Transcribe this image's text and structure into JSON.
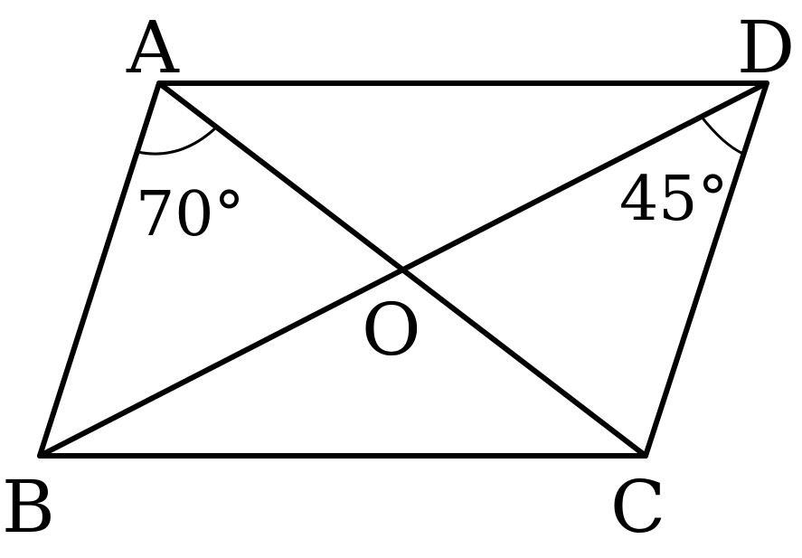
{
  "diagram": {
    "vertices": {
      "a": "A",
      "b": "B",
      "c": "C",
      "d": "D",
      "o": "O"
    },
    "angles": {
      "bac": "70°",
      "adb": "45°"
    },
    "colors": {
      "stroke": "#000000",
      "background": "#ffffff"
    }
  }
}
